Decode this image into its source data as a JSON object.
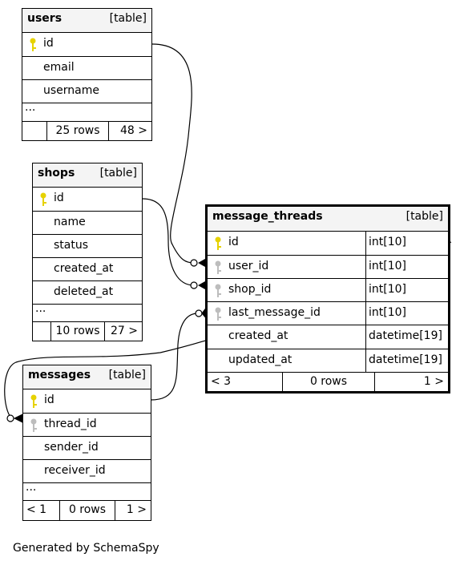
{
  "tables": {
    "users": {
      "name": "users",
      "tag": "[table]",
      "columns": [
        "id",
        "email",
        "username"
      ],
      "ellipsis": "...",
      "footer": [
        "",
        "25 rows",
        "48 >"
      ]
    },
    "shops": {
      "name": "shops",
      "tag": "[table]",
      "columns": [
        "id",
        "name",
        "status",
        "created_at",
        "deleted_at"
      ],
      "ellipsis": "...",
      "footer": [
        "",
        "10 rows",
        "27 >"
      ]
    },
    "messages": {
      "name": "messages",
      "tag": "[table]",
      "columns": [
        "id",
        "thread_id",
        "sender_id",
        "receiver_id"
      ],
      "ellipsis": "...",
      "footer": [
        "< 1",
        "0 rows",
        "1 >"
      ]
    },
    "message_threads": {
      "name": "message_threads",
      "tag": "[table]",
      "columns": [
        {
          "name": "id",
          "type": "int[10]"
        },
        {
          "name": "user_id",
          "type": "int[10]"
        },
        {
          "name": "shop_id",
          "type": "int[10]"
        },
        {
          "name": "last_message_id",
          "type": "int[10]"
        },
        {
          "name": "created_at",
          "type": "datetime[19]"
        },
        {
          "name": "updated_at",
          "type": "datetime[19]"
        }
      ],
      "footer": [
        "< 3",
        "0 rows",
        "1 >"
      ]
    }
  },
  "colors": {
    "primary_key": "#e6d200",
    "foreign_key": "#bdbdbd",
    "header_bg": "#f4f4f4"
  },
  "footer_note": "Generated by SchemaSpy"
}
